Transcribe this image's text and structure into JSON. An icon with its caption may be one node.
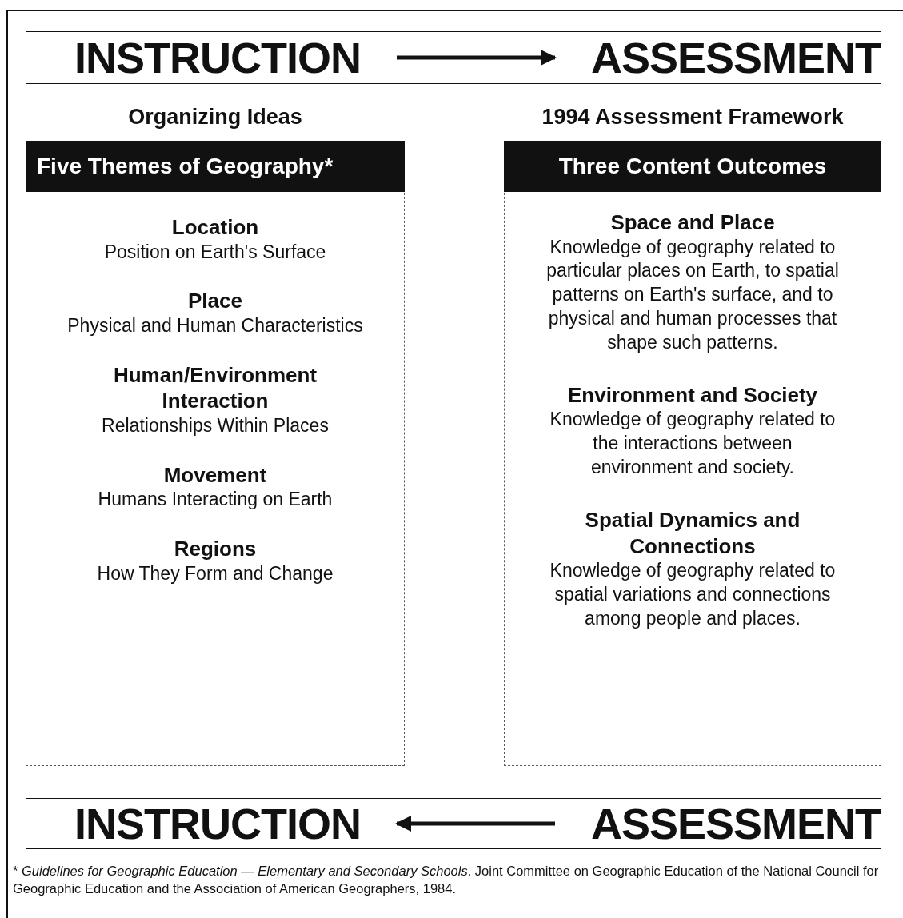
{
  "diagram": {
    "nodes": [
      {
        "text": [],
        "shape": "box"
      },
      {
        "text": [
          "INSTRUCTION"
        ],
        "in": 0
      },
      {
        "text": [
          "ASSESSMENT"
        ],
        "in": 0
      },
      {
        "text": [
          "Organizing Ideas",
          "Five Themes of Geography*",
          "Location",
          "Position on Earth's Surface",
          "Place",
          "Physical and Human Characteristics",
          "Human/Environment Interaction",
          "Relationships Within Places",
          "Movement",
          "Humans Interacting on Earth",
          "Regions",
          "How They Form and Change"
        ]
      },
      {
        "text": [
          "1994 Assessment Framework",
          "Three Content Outcomes",
          "Space and Place",
          "Knowledge of geography related to particular places on Earth, to spatial patterns on Earth's surface, and to physical and human processes that shape such patterns.",
          "Environment and Society",
          "Knowledge of geography related to the interactions between environment and society.",
          "Spatial Dynamics and Connections",
          "Knowledge of geography related to spatial variations and connections among people and places."
        ]
      },
      {
        "text": [],
        "shape": "box"
      },
      {
        "text": [
          "INSTRUCTION"
        ],
        "in": 5
      },
      {
        "text": [
          "ASSESSMENT"
        ],
        "in": 5
      }
    ],
    "edges": [
      {
        "from": 1,
        "to": 2,
        "arrow": "to"
      },
      {
        "from": 7,
        "to": 6,
        "arrow": "to"
      }
    ],
    "labels": [
      "* *Guidelines for Geographic Education — Elementary and Secondary Schools*. Joint Committee on Geographic Education of the National Council for Geographic Education and the Association of American Geographers, 1984."
    ]
  }
}
